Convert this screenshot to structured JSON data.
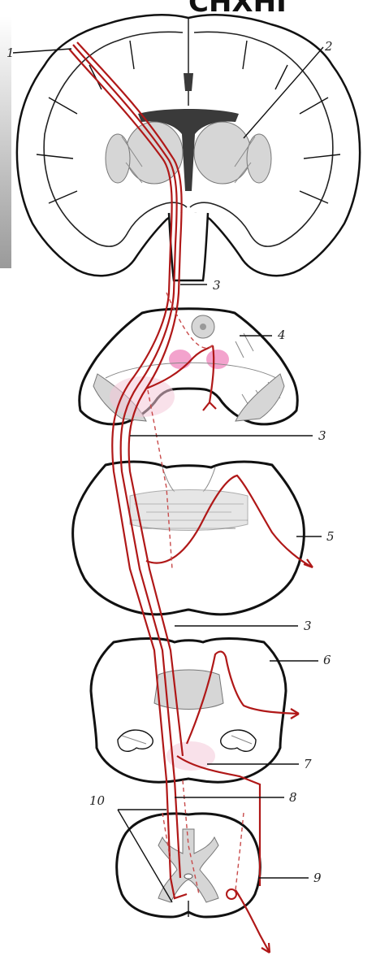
{
  "header_fragment": "CHXHI",
  "labels": [
    "1",
    "2",
    "3",
    "4",
    "3",
    "5",
    "3",
    "6",
    "7",
    "8",
    "9",
    "10"
  ],
  "colors": {
    "tract": "#b01818",
    "nucleus_pink": "#f08cc0",
    "grey_matter": "#d6d6d6",
    "outline": "#111111",
    "background": "#ffffff"
  }
}
